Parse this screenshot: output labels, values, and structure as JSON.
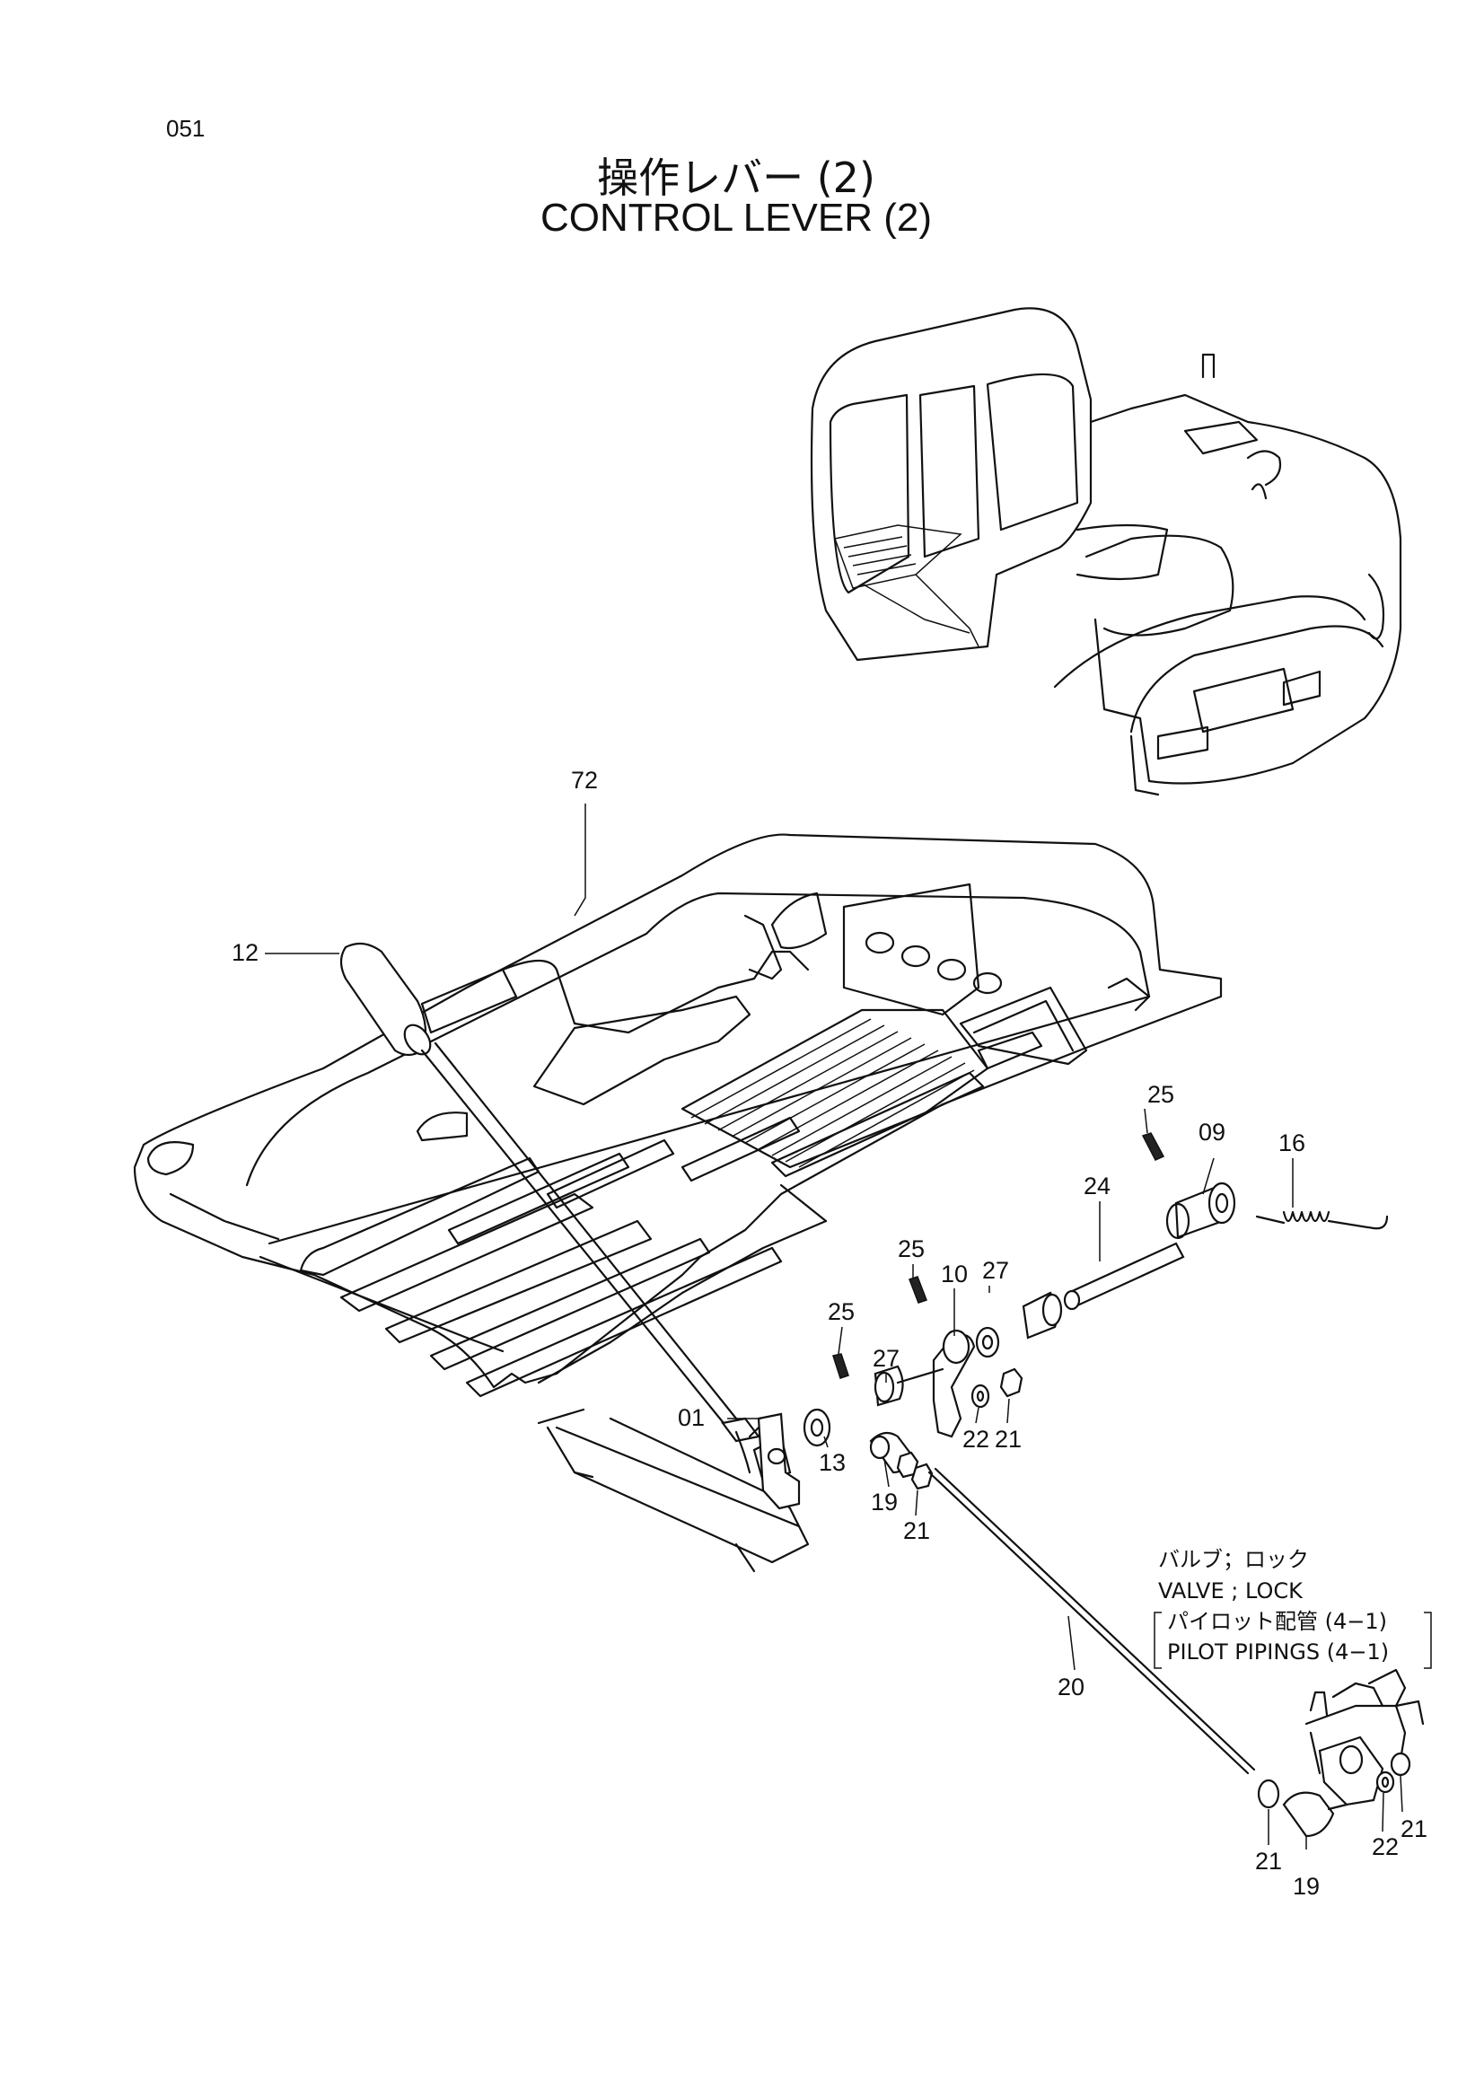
{
  "page_number": "051",
  "title_jp": "操作レバー (2)",
  "title_en": "CONTROL LEVER (2)",
  "callouts": {
    "c72": "72",
    "c12": "12",
    "c25a": "25",
    "c09": "09",
    "c16": "16",
    "c24": "24",
    "c25b": "25",
    "c10": "10",
    "c27a": "27",
    "c25c": "25",
    "c27b": "27",
    "c01": "01",
    "c13": "13",
    "c19a": "19",
    "c22a": "22",
    "c21a": "21",
    "c21b": "21",
    "c20": "20",
    "c21c": "21",
    "c19b": "19",
    "c22b": "22",
    "c21d": "21"
  },
  "note": {
    "line1": "バルブ；ロック",
    "line2": "VALVE ; LOCK",
    "line3": "パイロット配管 (4−1)",
    "line4": "PILOT  PIPINGS (4−1)"
  }
}
